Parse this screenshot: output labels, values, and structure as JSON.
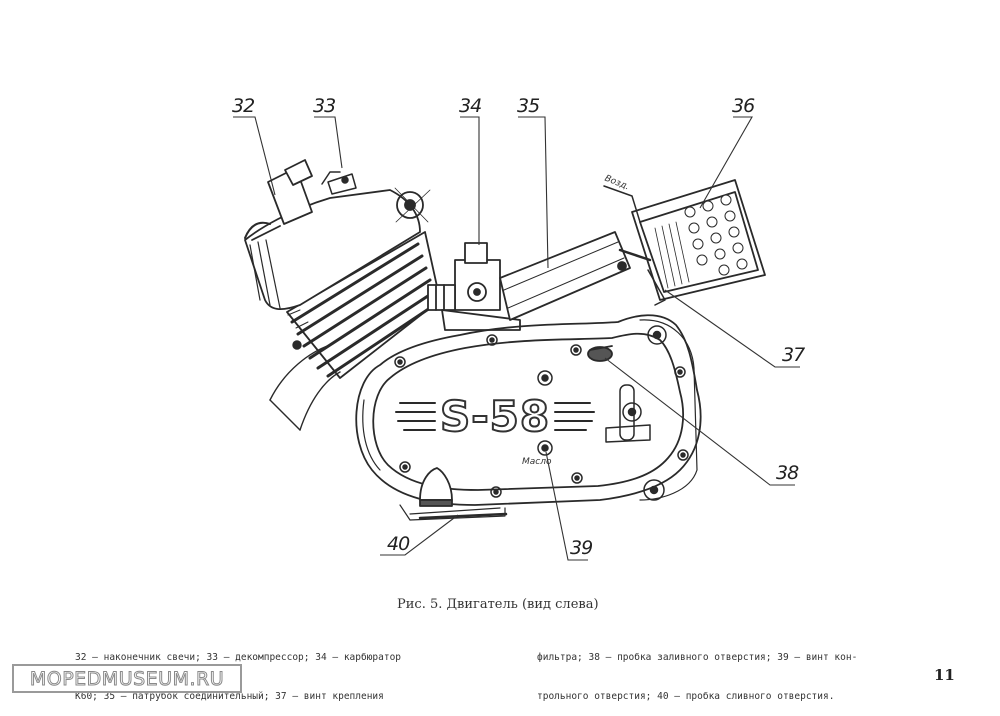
{
  "callouts": {
    "c32": "32",
    "c33": "33",
    "c34": "34",
    "c35": "35",
    "c36": "36",
    "c37": "37",
    "c38": "38",
    "c39": "39",
    "c40": "40"
  },
  "engine": {
    "badge": "S-58",
    "oil_label": "Масло",
    "filter_label": "Возд."
  },
  "caption": "Рис. 5. Двигатель (вид слева)",
  "legend": {
    "left_line1": "32 — наконечник свечи; 33 — декомпрессор; 34 — карбюратор",
    "left_line2": "К60; 35 — патрубок соединительный; 37 — винт крепления",
    "right_line1": "фильтра; 38 — пробка заливного отверстия; 39 — винт кон-",
    "right_line2": "трольного отверстия; 40 — пробка сливного отверстия."
  },
  "watermark": "MOPEDMUSEUM.RU",
  "page_number": "11"
}
